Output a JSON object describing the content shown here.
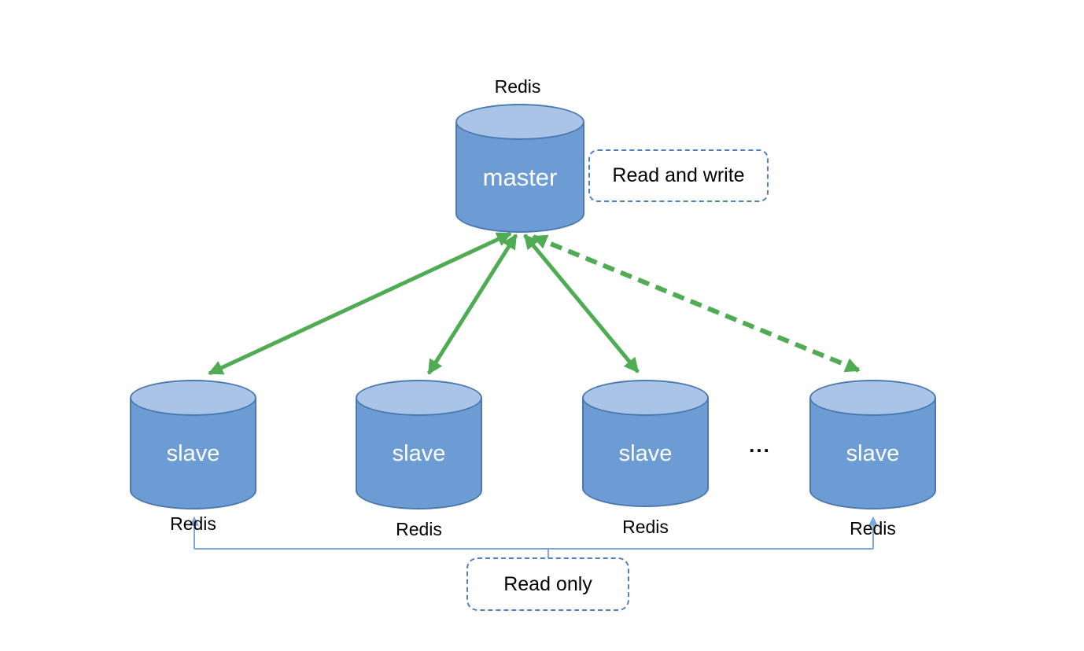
{
  "colors": {
    "cylinder_body": "#6D9CD4",
    "cylinder_top": "#A9C4E6",
    "cylinder_border": "#4A78B0",
    "arrow_green": "#4FAC52",
    "bracket_blue": "#7DA7DC",
    "dashed_box_border": "#4E7FBF",
    "label_text": "#000000",
    "cylinder_label_text": "#FFFFFF"
  },
  "master": {
    "top_label": "Redis",
    "label": "master"
  },
  "annotations": {
    "read_and_write": "Read and write",
    "read_only": "Read only"
  },
  "slaves": [
    {
      "label": "slave",
      "bottom_label": "Redis"
    },
    {
      "label": "slave",
      "bottom_label": "Redis"
    },
    {
      "label": "slave",
      "bottom_label": "Redis"
    },
    {
      "label": "slave",
      "bottom_label": "Redis"
    }
  ],
  "ellipsis": "..."
}
